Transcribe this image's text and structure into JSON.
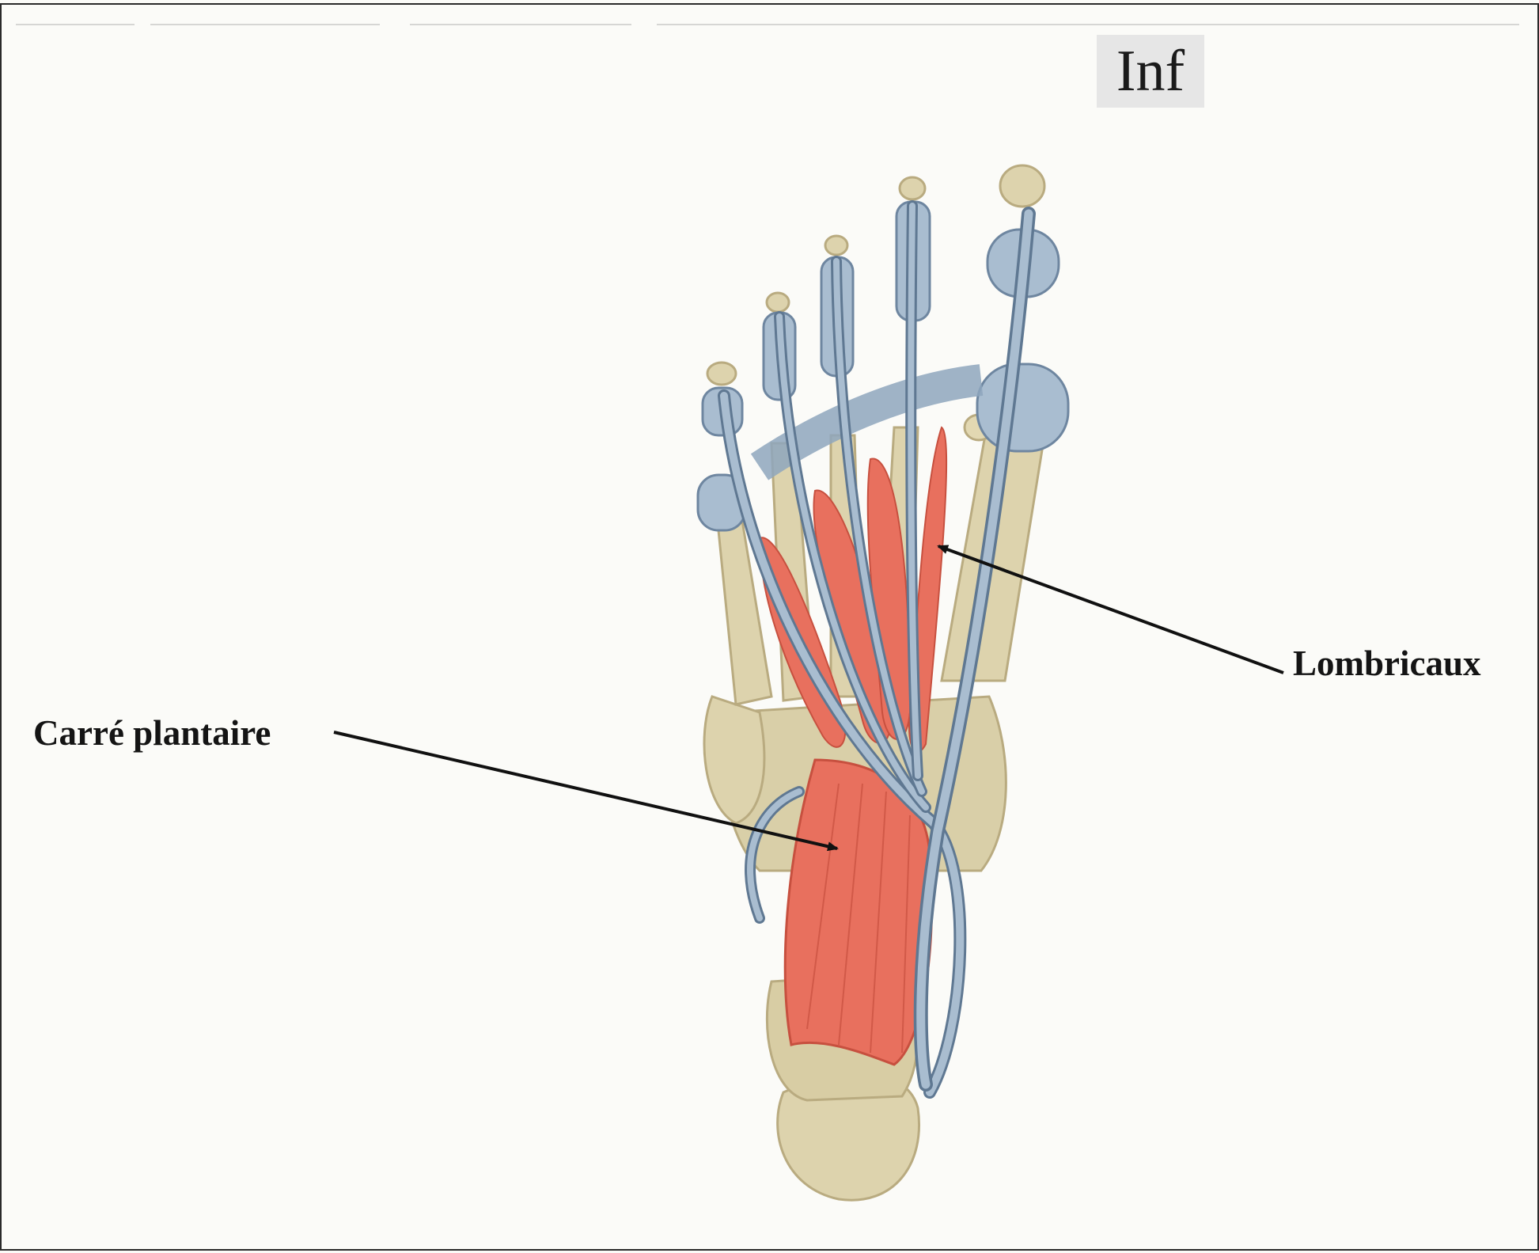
{
  "view_label": "Inf",
  "labels": {
    "carre_plantaire": "Carré plantaire",
    "lombricaux": "Lombricaux"
  },
  "colors": {
    "background": "#fbfbf8",
    "bone": "#ddd3ad",
    "bone_shadow": "#b9ab80",
    "tendon": "#9fb4c8",
    "tendon_dark": "#5f7892",
    "muscle": "#e8705e",
    "muscle_dark": "#c7503f",
    "arrow": "#111111"
  },
  "icons": [
    "foot-plantar-illustration",
    "arrow-pointer"
  ]
}
